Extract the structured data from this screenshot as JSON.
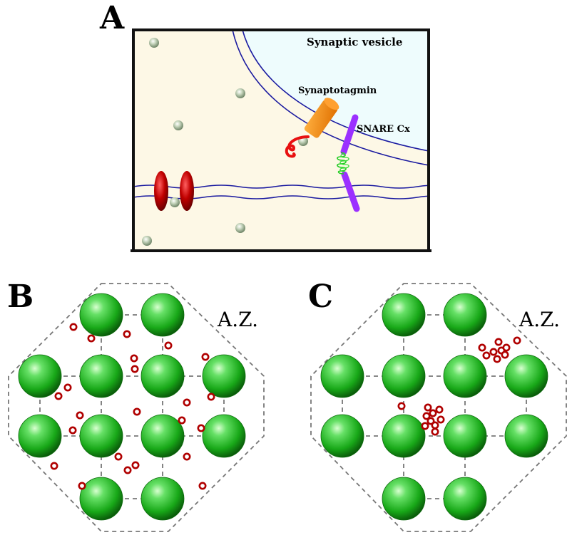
{
  "figure": {
    "panel_a": {
      "letter": "A",
      "vesicle_label": "Synaptic vesicle",
      "synaptotagmin_label": "Synaptotagmin",
      "snare_label": "SNARE Cx"
    },
    "panel_b": {
      "letter": "B",
      "az_label": "A.Z."
    },
    "panel_c": {
      "letter": "C",
      "az_label": "A.Z."
    }
  },
  "colors": {
    "cytoplasm": "#fdf8e6",
    "vesicle": "#eefcfd",
    "membrane": "#1a1aa0",
    "channel": "#b00000",
    "synaptotagmin": "#ff8a00",
    "snare": "#9b30ff",
    "coil": "#22cc22",
    "sphere": "#22bb22",
    "calcium": "#b00000",
    "grid": "#777777"
  }
}
